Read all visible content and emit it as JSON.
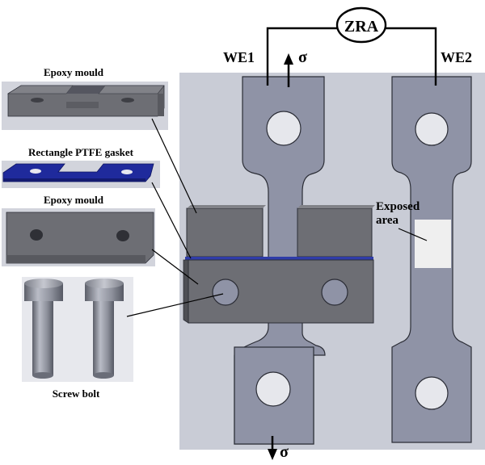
{
  "meter_label": "ZRA",
  "electrode_left": "WE1",
  "electrode_right": "WE2",
  "stress_symbol_top": "σ",
  "stress_symbol_bottom": "σ",
  "exposed_area_line1": "Exposed",
  "exposed_area_line2": "area",
  "parts": {
    "epoxy_mould_top": "Epoxy mould",
    "ptfe_gasket": "Rectangle PTFE gasket",
    "epoxy_mould_bottom": "Epoxy mould",
    "screw_bolt": "Screw bolt"
  },
  "colors": {
    "background_panel": "#c9ccd6",
    "specimen": "#8f93a6",
    "specimen_edge": "#2b2d36",
    "mould_dark": "#5f6066",
    "mould_face": "#6d6e74",
    "mould_top": "#818288",
    "gasket": "#1f2a9c",
    "exposed": "#efefef",
    "bolt": "#8a8d97"
  }
}
